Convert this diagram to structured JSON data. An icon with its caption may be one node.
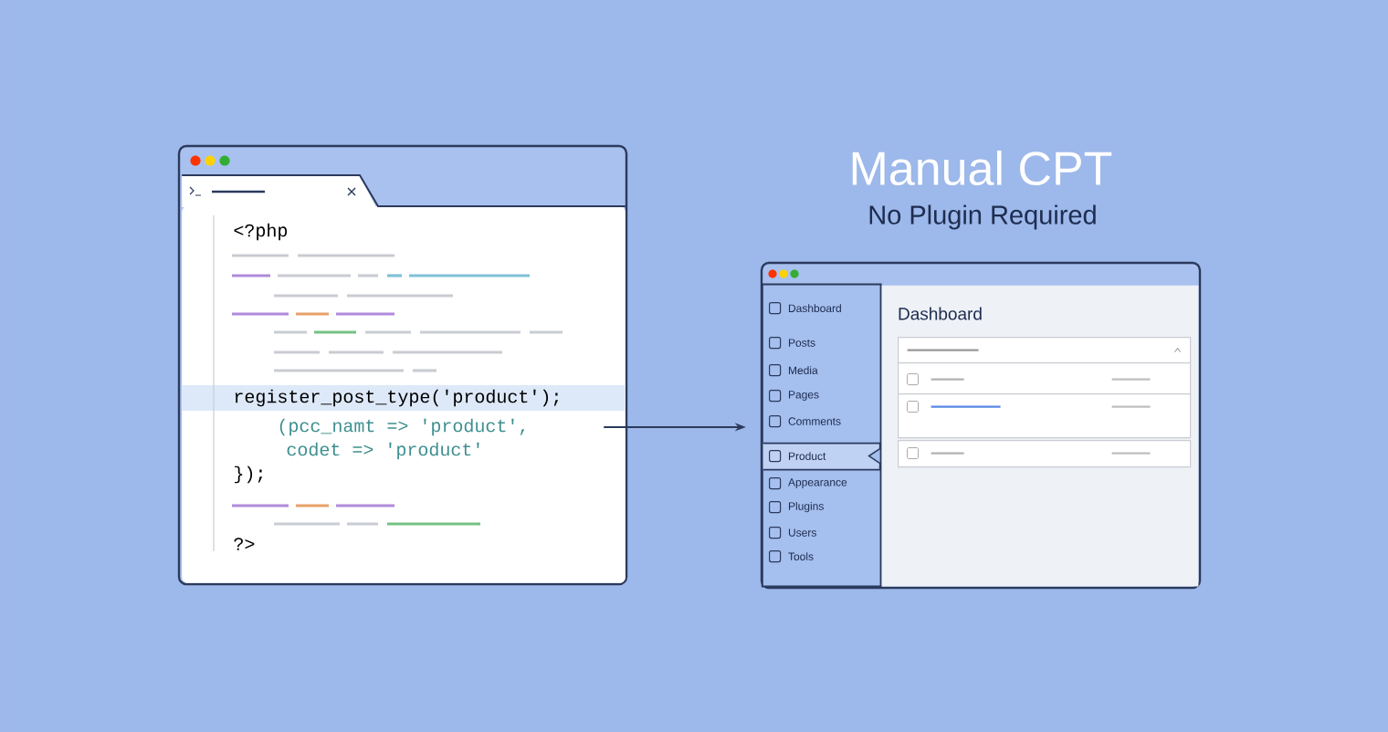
{
  "diagram": {
    "title": "Manual CPT",
    "nodes": [
      {
        "text": [
          "<?php",
          "register_post_type('product');",
          "(pcc_namt => 'product',",
          "codet => 'product'",
          "});",
          "?>"
        ]
      },
      {
        "text": [],
        "shape": "box"
      },
      {
        "text": [
          "Dashboard",
          "Posts",
          "Media",
          "Pages",
          "Comments",
          "Product",
          "Appearance",
          "Plugins",
          "Users",
          "Tools"
        ],
        "in": 1
      },
      {
        "text": [
          "Dashboard"
        ],
        "in": 1
      }
    ],
    "edges": [
      {
        "from": 0,
        "to": 1,
        "arrow": "to"
      }
    ],
    "labels": [
      "No Plugin Required"
    ]
  }
}
